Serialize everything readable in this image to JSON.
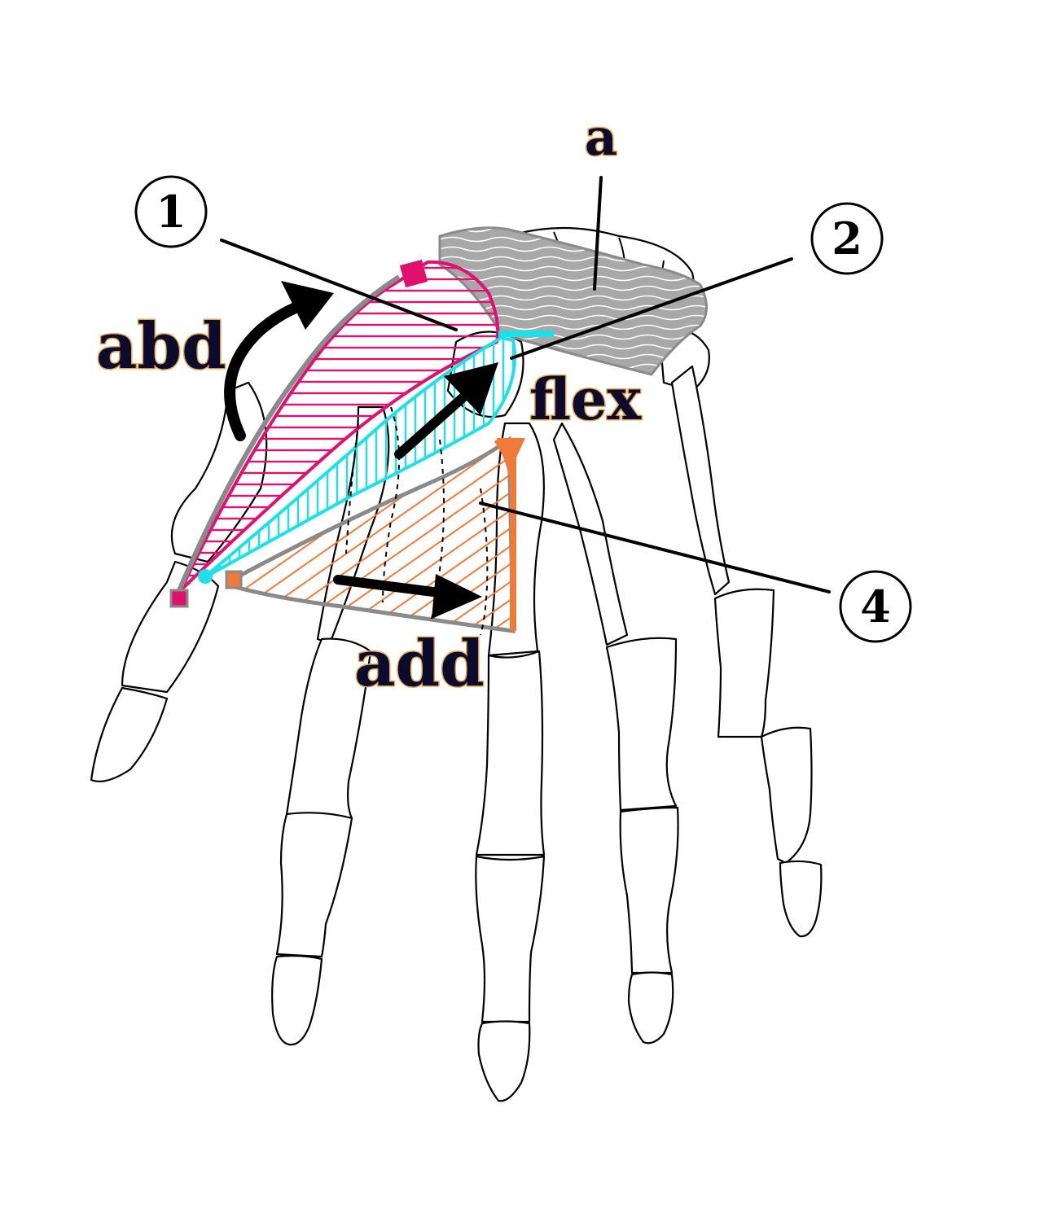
{
  "labels": {
    "a": "a",
    "abd": "abd",
    "flex": "flex",
    "add": "add"
  },
  "callouts": {
    "c1": "1",
    "c2": "2",
    "c4": "4"
  },
  "colors": {
    "abductor": "#e0106e",
    "flexor": "#1ee0e8",
    "adductor": "#f07a3a",
    "retinaculum": "#9a9a9a",
    "bone_outline": "#000000",
    "arrow": "#000000"
  },
  "icons": {
    "arrow_abd": "curved-arrow",
    "arrow_flex": "straight-arrow",
    "arrow_add": "straight-arrow"
  }
}
